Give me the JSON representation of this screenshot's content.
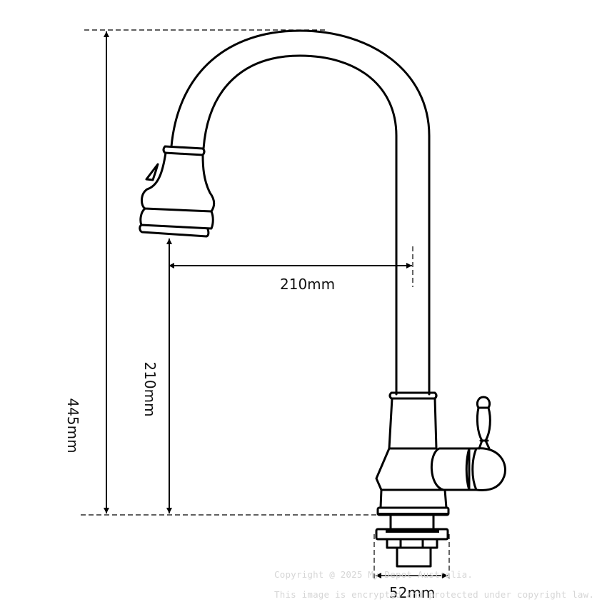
{
  "diagram": {
    "subject": "Pull-out kitchen faucet technical dimension drawing",
    "colors": {
      "line": "#000000",
      "background": "#ffffff",
      "watermark": "#d6d6d6"
    },
    "dimensions": {
      "total_height": {
        "label": "445mm",
        "orientation": "vertical"
      },
      "spout_clearance_height": {
        "label": "210mm",
        "orientation": "vertical"
      },
      "spout_reach": {
        "label": "210mm",
        "orientation": "horizontal"
      },
      "base_diameter": {
        "label": "52mm",
        "orientation": "horizontal"
      }
    },
    "parts": [
      "gooseneck-spout",
      "pull-out-spray-head",
      "spray-button",
      "faucet-body",
      "side-lever-handle",
      "mounting-base",
      "threaded-shank"
    ]
  },
  "watermark": {
    "line1": "Copyright @ 2025 My Depot Australia.",
    "line2": "This image is encrypted and protected under copyright law."
  }
}
